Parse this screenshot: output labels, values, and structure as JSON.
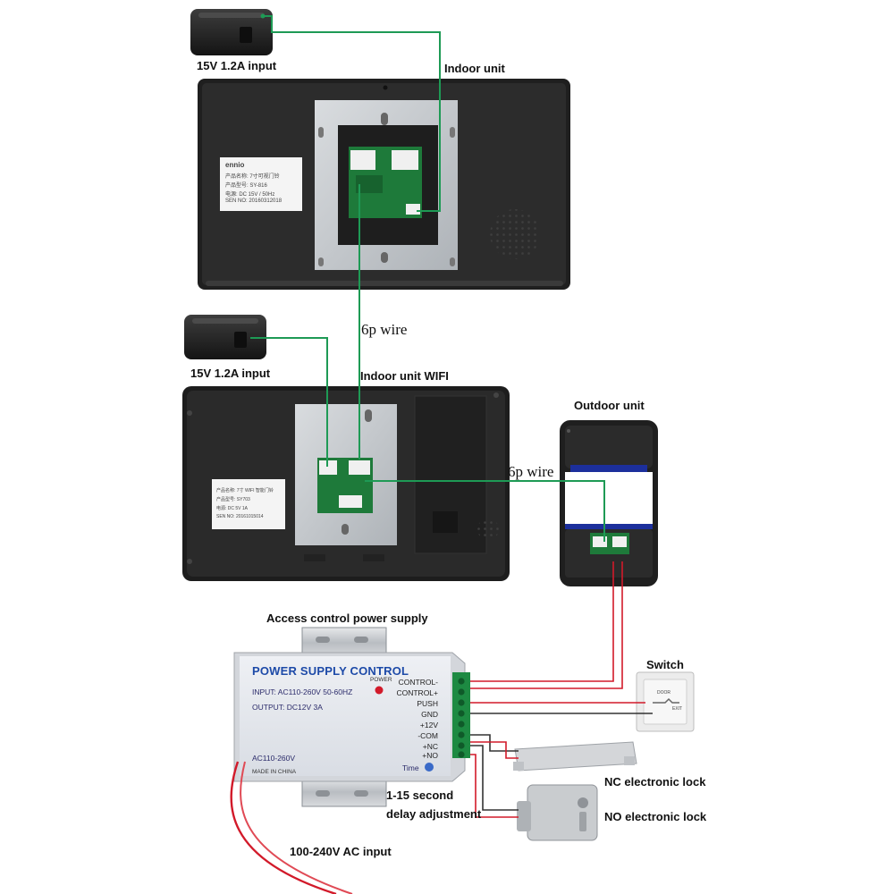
{
  "labels": {
    "psu_input_1": "15V 1.2A input",
    "indoor_unit": "Indoor unit",
    "wire_1": "6p wire",
    "psu_input_2": "15V 1.2A input",
    "indoor_unit_wifi": "Indoor unit  WIFI",
    "outdoor_unit": "Outdoor unit",
    "wire_2": "6p wire",
    "access_psu": "Access control power supply",
    "switch": "Switch",
    "nc_lock": "NC electronic lock",
    "no_lock": "NO electronic lock",
    "delay_1": "1-15 second",
    "delay_2": "delay adjustment",
    "ac_input": "100-240V AC input"
  },
  "psu_panel": {
    "title": "POWER SUPPLY CONTROL",
    "input": "INPUT: AC110-260V 50-60HZ",
    "output": "OUTPUT: DC12V  3A",
    "power": "POWER",
    "ac": "AC110-260V",
    "made": "MADE IN CHINA",
    "time": "Time",
    "terminals": [
      "CONTROL-",
      "CONTROL+",
      "PUSH",
      "GND",
      "+12V",
      "-COM",
      "+NC",
      "+NO"
    ]
  },
  "indoor1_label": {
    "brand": "ennio",
    "name": "产品名称: 7寸可视门铃",
    "model": "产品型号:  SY-816",
    "power": "电源:    DC 15V / 50Hz",
    "serial": "SEN NO:  20160312018"
  },
  "indoor2_label": {
    "name": "产品名称: 7寸 WIFI 智能门铃",
    "model": "产品型号:  SY703",
    "power": "电源:    DC  5V  1A",
    "serial": "SEN NO:  20161015014"
  },
  "switch_text": {
    "door": "DOOR",
    "exit": "EXIT"
  },
  "colors": {
    "green_wire": "#1e9a55",
    "red_wire": "#d21a2a",
    "device_body": "#232323",
    "psu_title": "#1d4aa8"
  }
}
